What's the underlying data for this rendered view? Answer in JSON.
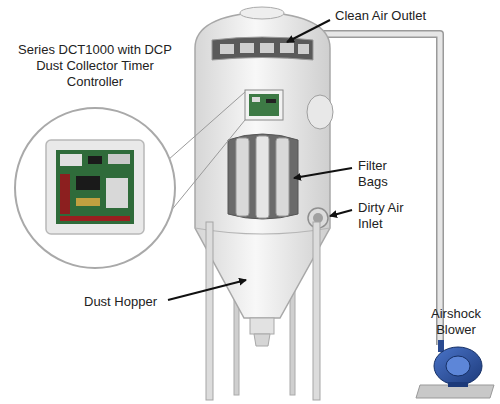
{
  "diagram": {
    "labels": [
      "Series DCT1000 with DCP Dust Collector Timer Controller",
      "Clean Air Outlet",
      "Filter Bags",
      "Dirty Air Inlet",
      "Dust Hopper",
      "Airshock Blower"
    ]
  }
}
